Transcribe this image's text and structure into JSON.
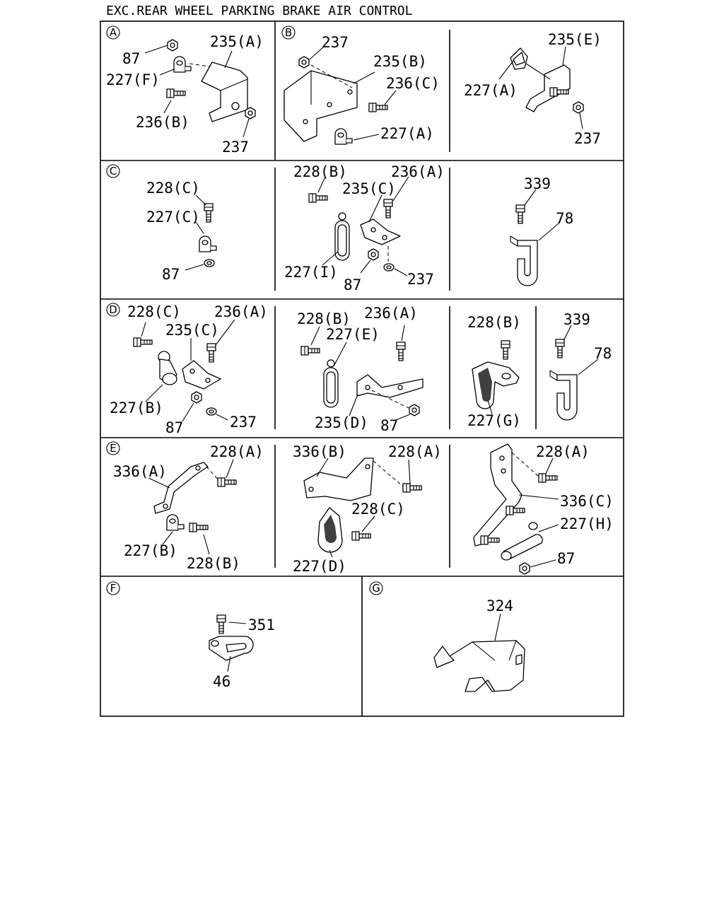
{
  "title": "EXC.REAR WHEEL PARKING BRAKE AIR CONTROL",
  "sections": {
    "A": {
      "marker": "A",
      "callouts": {
        "c87": "87",
        "c235A": "235(A)",
        "c227F": "227(F)",
        "c236B": "236(B)",
        "c237": "237"
      }
    },
    "B1": {
      "marker": "B",
      "callouts": {
        "c237": "237",
        "c235B": "235(B)",
        "c236C": "236(C)",
        "c227A": "227(A)"
      }
    },
    "B2": {
      "callouts": {
        "c235E": "235(E)",
        "c227A": "227(A)",
        "c237": "237"
      }
    },
    "C1": {
      "marker": "C",
      "callouts": {
        "c228C": "228(C)",
        "c227C": "227(C)",
        "c87": "87"
      }
    },
    "C2": {
      "callouts": {
        "c228B": "228(B)",
        "c236A": "236(A)",
        "c235C": "235(C)",
        "c227I": "227(I)",
        "c87": "87",
        "c237": "237"
      }
    },
    "C3": {
      "callouts": {
        "c339": "339",
        "c78": "78"
      }
    },
    "D1": {
      "marker": "D",
      "callouts": {
        "c228C": "228(C)",
        "c236A": "236(A)",
        "c235C": "235(C)",
        "c227B": "227(B)",
        "c87": "87",
        "c237": "237"
      }
    },
    "D2": {
      "callouts": {
        "c228B": "228(B)",
        "c236A": "236(A)",
        "c227E": "227(E)",
        "c235D": "235(D)",
        "c87": "87"
      }
    },
    "D3": {
      "callouts": {
        "c228B": "228(B)",
        "c227G": "227(G)"
      }
    },
    "D4": {
      "callouts": {
        "c339": "339",
        "c78": "78"
      }
    },
    "E1": {
      "marker": "E",
      "callouts": {
        "c228A": "228(A)",
        "c336A": "336(A)",
        "c227B": "227(B)",
        "c228B": "228(B)"
      }
    },
    "E2": {
      "callouts": {
        "c336B": "336(B)",
        "c228A": "228(A)",
        "c228C": "228(C)",
        "c227D": "227(D)"
      }
    },
    "E3": {
      "callouts": {
        "c228A": "228(A)",
        "c336C": "336(C)",
        "c227H": "227(H)",
        "c87": "87"
      }
    },
    "F": {
      "marker": "F",
      "callouts": {
        "c351": "351",
        "c46": "46"
      }
    },
    "G": {
      "marker": "G",
      "callouts": {
        "c324": "324"
      }
    }
  }
}
